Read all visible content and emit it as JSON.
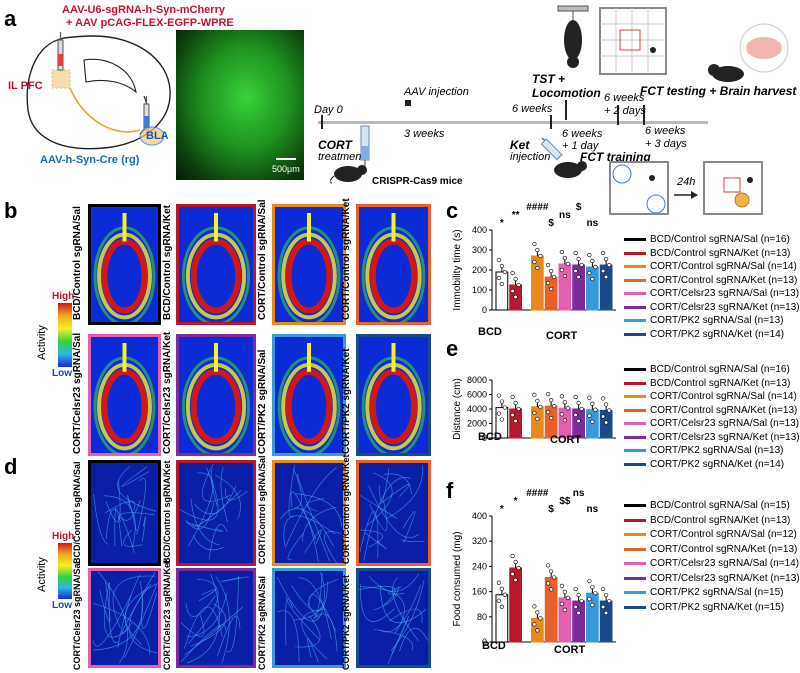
{
  "panels": {
    "a": "a",
    "b": "b",
    "c": "c",
    "d": "d",
    "e": "e",
    "f": "f"
  },
  "panel_a": {
    "virus_line1": "AAV-U6-sgRNA-h-Syn-mCherry",
    "virus_line2": "+ AAV pCAG-FLEX-EGFP-WPRE",
    "il_pfc": "IL PFC",
    "bla": "BLA",
    "retro_virus": "AAV-h-Syn-Cre (rg)",
    "scale": "500μm",
    "timeline": {
      "day0": "Day 0",
      "aav": "AAV injection",
      "w3": "3 weeks",
      "cort": "CORT",
      "treatment": "treatment",
      "crispr": "CRISPR-Cas9 mice",
      "tst": "TST +",
      "loco": "Locomotion",
      "w6": "6 weeks",
      "ket": "Ket",
      "injection": "injection",
      "w6d1a": "6 weeks",
      "w6d1b": "+ 1 day",
      "w6d2a": "6 weeks",
      "w6d2b": "+ 2 days",
      "fct_test": "FCT testing + Brain harvest",
      "w6d3a": "6 weeks",
      "w6d3b": "+ 3 days",
      "fct_train": "FCT training",
      "h24": "24h"
    }
  },
  "heatmap_scale": {
    "title": "Activity",
    "high": "High",
    "low": "Low"
  },
  "panel_b_labels": [
    "BCD/Control sgRNA/Sal",
    "BCD/Control sgRNA/Ket",
    "CORT/Control sgRNA/Sal",
    "CORT/Control sgRNA/Ket",
    "CORT/Celsr23 sgRNA/Sal",
    "CORT/Celsr23 sgRNA/Ket",
    "CORT/PK2 sgRNA/Sal",
    "CORT/PK2 sgRNA/Ket"
  ],
  "panel_d_labels": [
    "BCD/Control sgRNA/Sal",
    "BCD/Control sgRNA/Ket",
    "CORT/Control sgRNA/Sal",
    "CORT/Control sgRNA/Ket",
    "CORT/Celsr23 sgRNA/Sal",
    "CORT/Celsr23 sgRNA/Ket",
    "CORT/PK2 sgRNA/Sal",
    "CORT/PK2 sgRNA/Ket"
  ],
  "frame_colors": [
    "#000000",
    "#b8192a",
    "#e88a1a",
    "#e8612a",
    "#e35fb0",
    "#7e2a9a",
    "#3a9ad9",
    "#1a4a8a"
  ],
  "group_labels": {
    "bcd": "BCD",
    "cort": "CORT"
  },
  "legend_c": [
    "BCD/Control sgRNA/Sal (n=16)",
    "BCD/Control sgRNA/Ket (n=13)",
    "CORT/Control sgRNA/Sal (n=14)",
    "CORT/Control sgRNA/Ket (n=13)",
    "CORT/Celsr23 sgRNA/Sal (n=13)",
    "CORT/Celsr23 sgRNA/Ket (n=13)",
    "CORT/PK2 sgRNA/Sal (n=13)",
    "CORT/PK2 sgRNA/Ket (n=14)"
  ],
  "legend_e": [
    "BCD/Control sgRNA/Sal (n=16)",
    "BCD/Control sgRNA/Ket (n=13)",
    "CORT/Control sgRNA/Sal (n=14)",
    "CORT/Control sgRNA/Ket (n=13)",
    "CORT/Celsr23 sgRNA/Sal (n=13)",
    "CORT/Celsr23 sgRNA/Ket (n=13)",
    "CORT/PK2 sgRNA/Sal (n=13)",
    "CORT/PK2 sgRNA/Ket (n=14)"
  ],
  "legend_f": [
    "BCD/Control sgRNA/Sal (n=15)",
    "BCD/Control sgRNA/Ket (n=13)",
    "CORT/Control sgRNA/Sal (n=12)",
    "CORT/Control sgRNA/Ket (n=13)",
    "CORT/Celsr23 sgRNA/Sal (n=14)",
    "CORT/Celsr23 sgRNA/Ket (n=13)",
    "CORT/PK2 sgRNA/Sal (n=15)",
    "CORT/PK2 sgRNA/Ket (n=15)"
  ],
  "chart_data": [
    {
      "id": "c",
      "type": "bar",
      "ylabel": "Immobility time (s)",
      "ylim": [
        0,
        400
      ],
      "yticks": [
        0,
        100,
        200,
        300,
        400
      ],
      "categories": [
        "BCD/Control sgRNA/Sal",
        "BCD/Control sgRNA/Ket",
        "CORT/Control sgRNA/Sal",
        "CORT/Control sgRNA/Ket",
        "CORT/Celsr23 sgRNA/Sal",
        "CORT/Celsr23 sgRNA/Ket",
        "CORT/PK2 sgRNA/Sal",
        "CORT/PK2 sgRNA/Ket"
      ],
      "values": [
        190,
        125,
        270,
        165,
        230,
        225,
        215,
        225
      ],
      "annotations": [
        "*",
        "**",
        "####",
        "$",
        "ns",
        "$",
        "ns"
      ]
    },
    {
      "id": "e",
      "type": "bar",
      "ylabel": "Distance (cm)",
      "ylim": [
        0,
        8000
      ],
      "yticks": [
        0,
        2000,
        4000,
        6000,
        8000
      ],
      "categories": [
        "BCD/Control sgRNA/Sal",
        "BCD/Control sgRNA/Ket",
        "CORT/Control sgRNA/Sal",
        "CORT/Control sgRNA/Ket",
        "CORT/Celsr23 sgRNA/Sal",
        "CORT/Celsr23 sgRNA/Ket",
        "CORT/PK2 sgRNA/Sal",
        "CORT/PK2 sgRNA/Ket"
      ],
      "values": [
        4200,
        4000,
        4300,
        4400,
        4100,
        4000,
        3900,
        3800
      ]
    },
    {
      "id": "f",
      "type": "bar",
      "ylabel": "Food consumed (mg)",
      "ylim": [
        0,
        400
      ],
      "yticks": [
        0,
        80,
        160,
        240,
        320,
        400
      ],
      "categories": [
        "BCD/Control sgRNA/Sal",
        "BCD/Control sgRNA/Ket",
        "CORT/Control sgRNA/Sal",
        "CORT/Control sgRNA/Ket",
        "CORT/Celsr23 sgRNA/Sal",
        "CORT/Celsr23 sgRNA/Ket",
        "CORT/PK2 sgRNA/Sal",
        "CORT/PK2 sgRNA/Ket"
      ],
      "values": [
        150,
        235,
        75,
        205,
        140,
        130,
        155,
        130
      ],
      "annotations": [
        "*",
        "*",
        "####",
        "$",
        "$$",
        "ns",
        "ns"
      ]
    }
  ]
}
